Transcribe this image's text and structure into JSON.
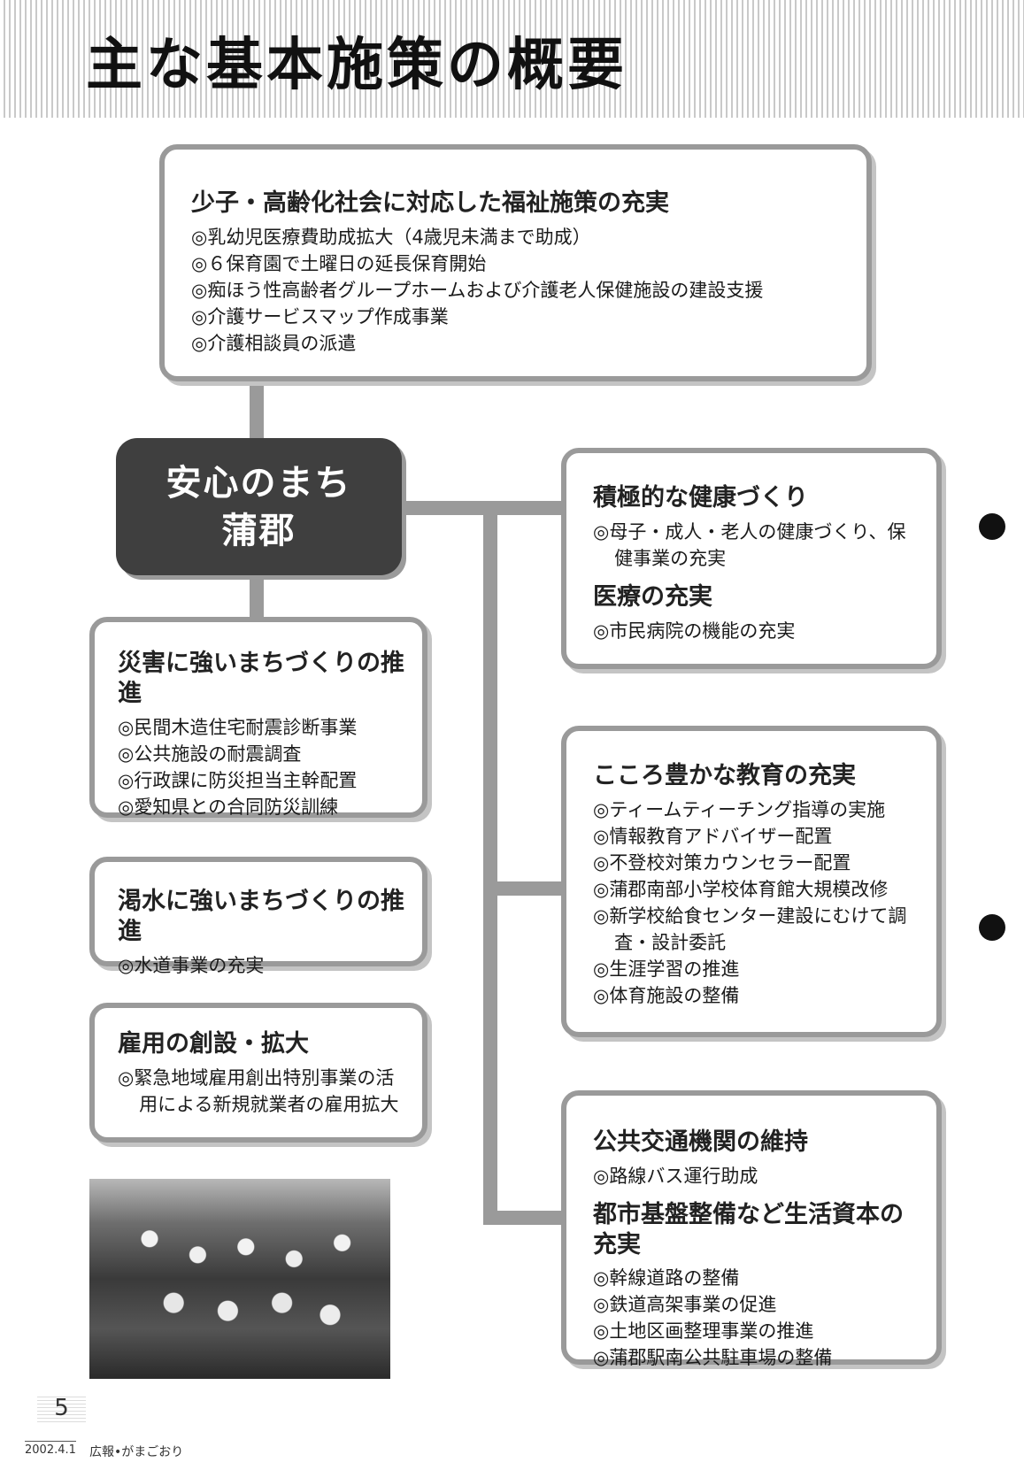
{
  "page_title": "主な基本施策の概要",
  "center": {
    "line1": "安心のまち",
    "line2": "蒲郡"
  },
  "sections": {
    "welfare": {
      "title": "少子・高齢化社会に対応した福祉施策の充実",
      "items": [
        "◎乳幼児医療費助成拡大（4歳児未満まで助成）",
        "◎６保育園で土曜日の延長保育開始",
        "◎痴ほう性高齢者グループホームおよび介護老人保健施設の建設支援",
        "◎介護サービスマップ作成事業",
        "◎介護相談員の派遣"
      ]
    },
    "health": {
      "title": "積極的な健康づくり",
      "items": [
        "◎母子・成人・老人の健康づくり、保健事業の充実"
      ],
      "title2": "医療の充実",
      "items2": [
        "◎市民病院の機能の充実"
      ]
    },
    "disaster": {
      "title": "災害に強いまちづくりの推進",
      "items": [
        "◎民間木造住宅耐震診断事業",
        "◎公共施設の耐震調査",
        "◎行政課に防災担当主幹配置",
        "◎愛知県との合同防災訓練"
      ]
    },
    "drought": {
      "title": "渇水に強いまちづくりの推進",
      "items": [
        "◎水道事業の充実"
      ]
    },
    "employment": {
      "title": "雇用の創設・拡大",
      "items": [
        "◎緊急地域雇用創出特別事業の活用による新規就業者の雇用拡大"
      ]
    },
    "education": {
      "title": "こころ豊かな教育の充実",
      "items": [
        "◎ティームティーチング指導の実施",
        "◎情報教育アドバイザー配置",
        "◎不登校対策カウンセラー配置",
        "◎蒲郡南部小学校体育館大規模改修",
        "◎新学校給食センター建設にむけて調査・設計委託",
        "◎生涯学習の推進",
        "◎体育施設の整備"
      ]
    },
    "transport": {
      "title": "公共交通機関の維持",
      "items": [
        "◎路線バス運行助成"
      ],
      "title2": "都市基盤整備など生活資本の充実",
      "items2": [
        "◎幹線道路の整備",
        "◎鉄道高架事業の促進",
        "◎土地区画整理事業の推進",
        "◎蒲郡駅南公共駐車場の整備"
      ]
    }
  },
  "footer": {
    "page_number": "5",
    "date": "2002.4.1",
    "publication": "広報•がまごおり"
  }
}
